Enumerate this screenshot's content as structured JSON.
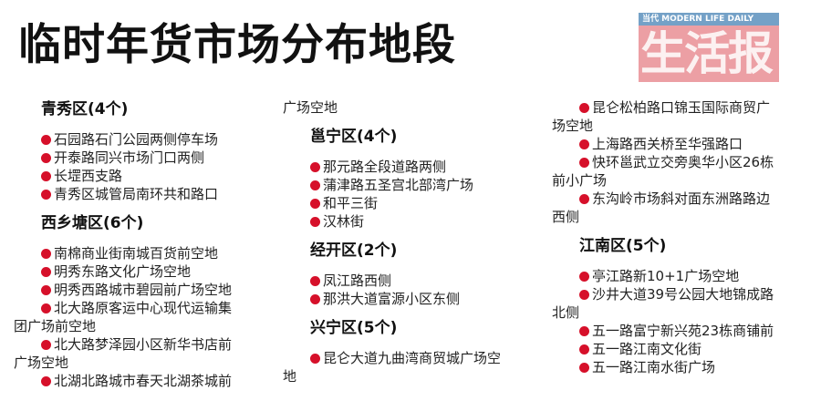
{
  "title": "临时年货市场分布地段",
  "accent_color": "#d6102a",
  "bullet_icon": "red-dot",
  "watermark": {
    "band": "当代 MODERN LIFE DAILY",
    "logo": "生活报"
  },
  "columns": [
    {
      "blocks": [
        {
          "kind": "header",
          "text": "青秀区(4个)"
        },
        {
          "kind": "item",
          "lines": [
            "石园路石门公园两侧停车场"
          ]
        },
        {
          "kind": "item",
          "lines": [
            "开泰路同兴市场门口两侧"
          ]
        },
        {
          "kind": "item",
          "lines": [
            "长堽西支路"
          ]
        },
        {
          "kind": "item",
          "lines": [
            "青秀区城管局南环共和路口"
          ]
        },
        {
          "kind": "header",
          "text": "西乡塘区(6个)"
        },
        {
          "kind": "item",
          "lines": [
            "南棉商业街南城百货前空地"
          ]
        },
        {
          "kind": "item",
          "lines": [
            "明秀东路文化广场空地"
          ]
        },
        {
          "kind": "item",
          "lines": [
            "明秀西路城市碧园前广场空地"
          ]
        },
        {
          "kind": "item",
          "lines": [
            "北大路原客运中心现代运输集",
            "团广场前空地"
          ]
        },
        {
          "kind": "item",
          "lines": [
            "北大路梦泽园小区新华书店前",
            "广场空地"
          ]
        },
        {
          "kind": "item",
          "lines": [
            "北湖北路城市春天北湖茶城前"
          ]
        }
      ]
    },
    {
      "blocks": [
        {
          "kind": "cont",
          "lines": [
            "广场空地"
          ]
        },
        {
          "kind": "header",
          "text": "邕宁区(4个)"
        },
        {
          "kind": "item",
          "lines": [
            "那元路全段道路两侧"
          ]
        },
        {
          "kind": "item",
          "lines": [
            "蒲津路五圣宫北部湾广场"
          ]
        },
        {
          "kind": "item",
          "lines": [
            "和平三街"
          ]
        },
        {
          "kind": "item",
          "lines": [
            "汉林街"
          ]
        },
        {
          "kind": "header",
          "text": "经开区(2个)"
        },
        {
          "kind": "item",
          "lines": [
            "凤江路西侧"
          ]
        },
        {
          "kind": "item",
          "lines": [
            "那洪大道富源小区东侧"
          ]
        },
        {
          "kind": "header",
          "text": "兴宁区(5个)"
        },
        {
          "kind": "item",
          "lines": [
            "昆仑大道九曲湾商贸城广场空",
            "地"
          ]
        }
      ]
    },
    {
      "blocks": [
        {
          "kind": "item",
          "lines": [
            "昆仑松柏路口锦玉国际商贸广",
            "场空地"
          ]
        },
        {
          "kind": "item",
          "lines": [
            "上海路西关桥至华强路口"
          ]
        },
        {
          "kind": "item",
          "lines": [
            "快环邕武立交旁奥华小区26栋",
            "前小广场"
          ]
        },
        {
          "kind": "item",
          "lines": [
            "东沟岭市场斜对面东洲路路边",
            "西侧"
          ]
        },
        {
          "kind": "header",
          "text": "江南区(5个)"
        },
        {
          "kind": "item",
          "lines": [
            "亭江路新10+1广场空地"
          ]
        },
        {
          "kind": "item",
          "lines": [
            "沙井大道39号公园大地锦成路",
            "北侧"
          ]
        },
        {
          "kind": "item",
          "lines": [
            "五一路富宁新兴苑23栋商铺前"
          ]
        },
        {
          "kind": "item",
          "lines": [
            "五一路江南文化街"
          ]
        },
        {
          "kind": "item",
          "lines": [
            "五一路江南水街广场"
          ]
        }
      ]
    }
  ]
}
